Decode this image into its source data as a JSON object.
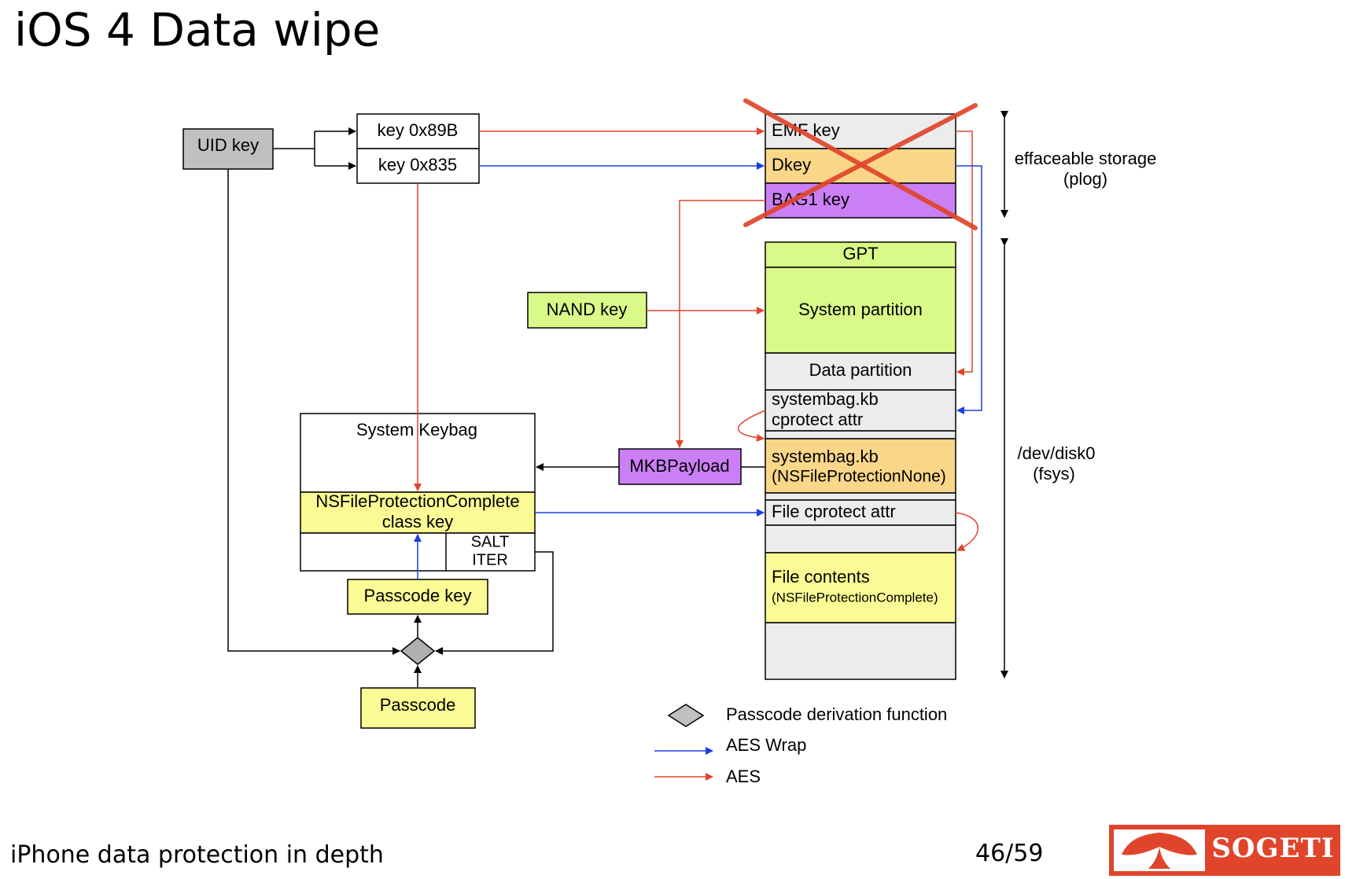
{
  "slide": {
    "title": "iOS 4 Data wipe",
    "footer_left": "iPhone data protection in depth",
    "page_indicator": "46/59",
    "logo_text": "SOGETI"
  },
  "colors": {
    "aes_red": "#e0452b",
    "aes_wrap_blue": "#1a3fe0",
    "gray_box": "#c0c0c0",
    "light_gray": "#ececec",
    "green": "#d9f988",
    "yellow": "#fbfa94",
    "orange": "#fad689",
    "purple": "#cb7ff5",
    "diamond_gray": "#b0b0b0"
  },
  "diagram": {
    "uid_key": "UID key",
    "key_89b": "key 0x89B",
    "key_835": "key 0x835",
    "emf_key": "EMF key",
    "dkey": "Dkey",
    "bag1_key": "BAG1 key",
    "effaceable_label_1": "effaceable storage",
    "effaceable_label_2": "(plog)",
    "gpt": "GPT",
    "nand_key": "NAND key",
    "system_partition": "System partition",
    "data_partition": "Data partition",
    "systembag_kb": "systembag.kb",
    "cprotect_attr": "cprotect attr",
    "systembag_kb_2": "systembag.kb",
    "ns_protection_none": "(NSFileProtectionNone)",
    "file_cprotect_attr": "File cprotect attr",
    "file_contents": "File contents",
    "ns_protection_complete_small": "(NSFileProtectionComplete)",
    "disk_label_1": "/dev/disk0",
    "disk_label_2": "(fsys)",
    "system_keybag": "System Keybag",
    "class_key_1": "NSFileProtectionComplete",
    "class_key_2": "class key",
    "salt": "SALT",
    "iter": "ITER",
    "mkb_payload": "MKBPayload",
    "passcode_key": "Passcode key",
    "passcode": "Passcode",
    "legend": {
      "derivation": "Passcode derivation function",
      "aes_wrap": "AES Wrap",
      "aes": "AES"
    }
  }
}
